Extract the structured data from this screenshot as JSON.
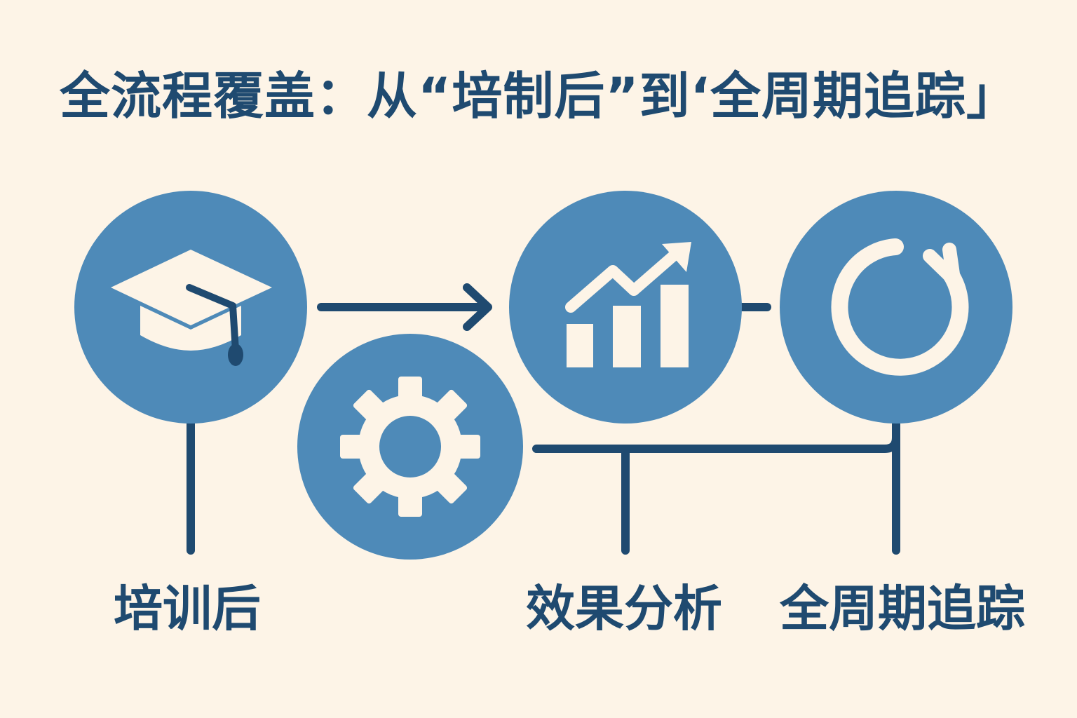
{
  "title": "全流程覆盖：从“培制后”到‘全周期追踪」",
  "nodes": [
    {
      "id": "training",
      "icon": "graduation-cap-icon",
      "label": "培训后"
    },
    {
      "id": "process",
      "icon": "gear-icon",
      "label": ""
    },
    {
      "id": "analysis",
      "icon": "bar-chart-trend-icon",
      "label": "效果分析"
    },
    {
      "id": "tracking",
      "icon": "refresh-cycle-icon",
      "label": "全周期追踪"
    }
  ],
  "colors": {
    "background": "#fdf4e7",
    "circle_fill": "#4e8ab8",
    "line": "#1f4a70",
    "icon_fill": "#fdf4e7",
    "text": "#1f4a70"
  }
}
